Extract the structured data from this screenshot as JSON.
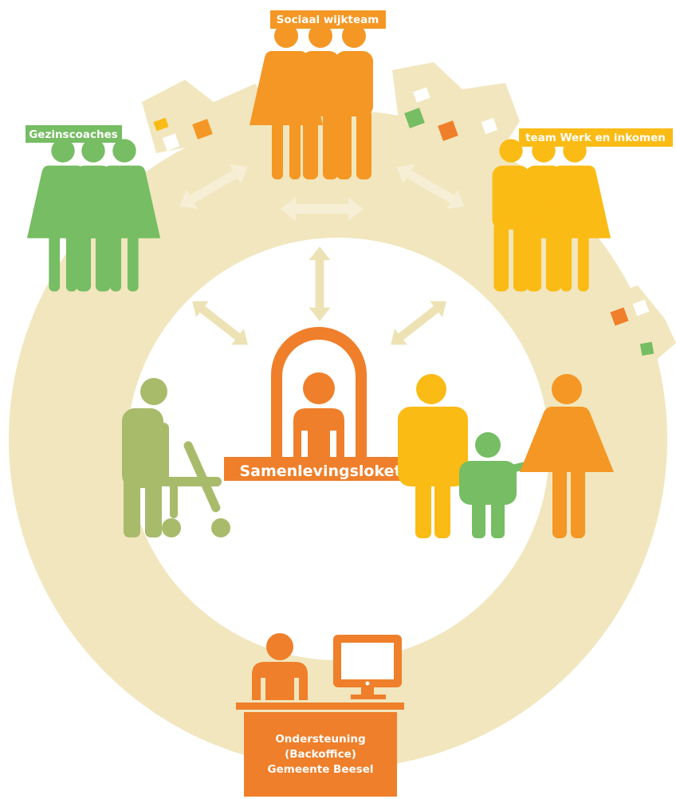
{
  "labels": {
    "sociaal_wijkteam": "Sociaal wijkteam",
    "gezinscoaches": "Gezinscoaches",
    "team_werk_inkomen": "team Werk en inkomen",
    "samenlevingsloket": "Samenlevingsloket",
    "backoffice": [
      "Ondersteuning",
      "(Backoffice)",
      "Gemeente Beesel"
    ]
  },
  "colors": {
    "ring": "#f1e6bd",
    "arrow": "#f6efd6",
    "orange": "#f49724",
    "dark_orange": "#ef7f2a",
    "green": "#76bd63",
    "yellow": "#fbbb15",
    "olive": "#a8bb6b",
    "white": "#ffffff"
  },
  "icons": [
    "person-icon",
    "wheelchair-icon",
    "computer-icon",
    "desk-icon",
    "arrow-icon",
    "house-icon"
  ]
}
